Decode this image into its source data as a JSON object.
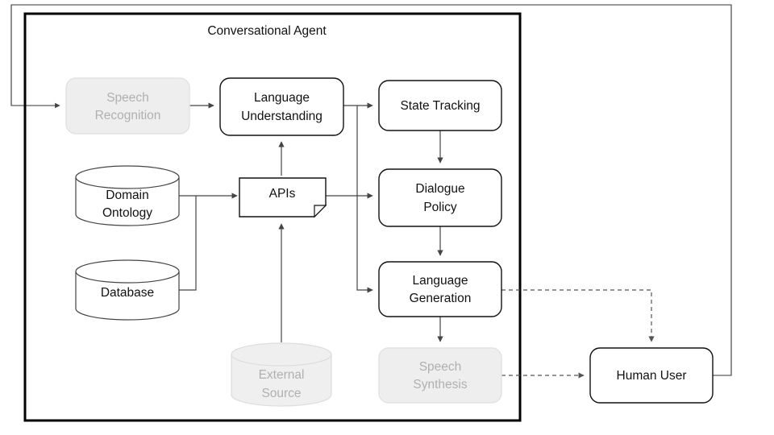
{
  "diagram": {
    "title": "Conversational Agent",
    "nodes": {
      "speech_recognition": {
        "label_line1": "Speech",
        "label_line2": "Recognition",
        "state": "muted",
        "shape": "rounded-rect"
      },
      "language_understanding": {
        "label_line1": "Language",
        "label_line2": "Understanding",
        "state": "active",
        "shape": "rounded-rect"
      },
      "state_tracking": {
        "label_line1": "State Tracking",
        "label_line2": "",
        "state": "active",
        "shape": "rounded-rect"
      },
      "dialogue_policy": {
        "label_line1": "Dialogue",
        "label_line2": "Policy",
        "state": "active",
        "shape": "rounded-rect"
      },
      "language_generation": {
        "label_line1": "Language",
        "label_line2": "Generation",
        "state": "active",
        "shape": "rounded-rect"
      },
      "speech_synthesis": {
        "label_line1": "Speech",
        "label_line2": "Synthesis",
        "state": "muted",
        "shape": "rounded-rect"
      },
      "apis": {
        "label_line1": "APIs",
        "label_line2": "",
        "state": "active",
        "shape": "document"
      },
      "domain_ontology": {
        "label_line1": "Domain",
        "label_line2": "Ontology",
        "state": "active",
        "shape": "cylinder"
      },
      "database": {
        "label_line1": "Database",
        "label_line2": "",
        "state": "active",
        "shape": "cylinder"
      },
      "external_source": {
        "label_line1": "External",
        "label_line2": "Source",
        "state": "muted",
        "shape": "cylinder"
      },
      "human_user": {
        "label_line1": "Human User",
        "label_line2": "",
        "state": "active",
        "shape": "rounded-rect"
      }
    },
    "edges": [
      {
        "from": "human_user",
        "to": "speech_recognition",
        "style": "solid"
      },
      {
        "from": "speech_recognition",
        "to": "language_understanding",
        "style": "solid"
      },
      {
        "from": "language_understanding",
        "to": "state_tracking",
        "style": "solid"
      },
      {
        "from": "language_understanding",
        "to": "language_generation",
        "style": "solid"
      },
      {
        "from": "state_tracking",
        "to": "dialogue_policy",
        "style": "solid"
      },
      {
        "from": "dialogue_policy",
        "to": "language_generation",
        "style": "solid"
      },
      {
        "from": "language_generation",
        "to": "speech_synthesis",
        "style": "solid"
      },
      {
        "from": "language_generation",
        "to": "human_user",
        "style": "dashed"
      },
      {
        "from": "speech_synthesis",
        "to": "human_user",
        "style": "dashed"
      },
      {
        "from": "domain_ontology",
        "to": "apis",
        "style": "solid"
      },
      {
        "from": "database",
        "to": "apis",
        "style": "solid"
      },
      {
        "from": "external_source",
        "to": "apis",
        "style": "solid"
      },
      {
        "from": "apis",
        "to": "language_understanding",
        "style": "solid"
      },
      {
        "from": "apis",
        "to": "dialogue_policy",
        "style": "solid"
      }
    ],
    "colors": {
      "stroke": "#111111",
      "muted_fill": "#eeeeee",
      "muted_text": "#b0b0b0",
      "edge": "#444444",
      "background": "#ffffff"
    }
  }
}
